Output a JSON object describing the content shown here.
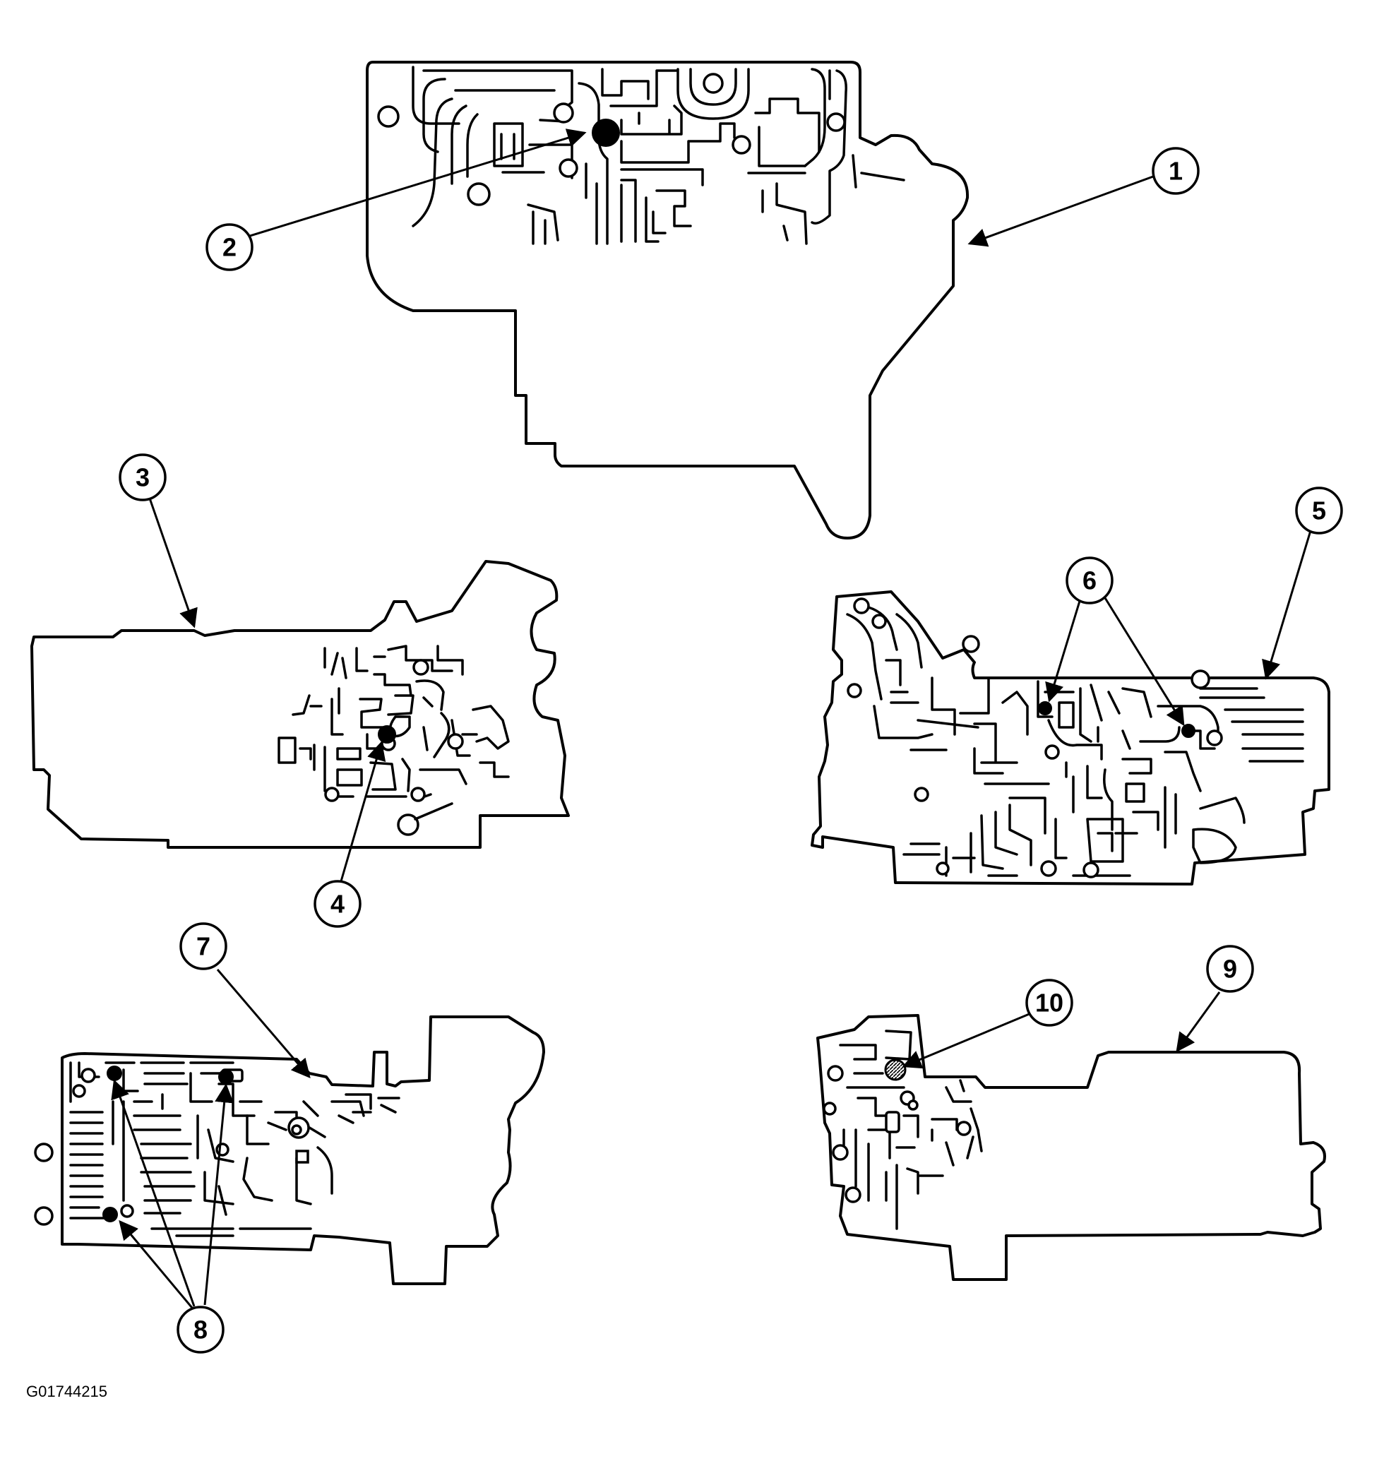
{
  "figure_id": "G01744215",
  "callouts": {
    "c1": "1",
    "c2": "2",
    "c3": "3",
    "c4": "4",
    "c5": "5",
    "c6": "6",
    "c7": "7",
    "c8": "8",
    "c9": "9",
    "c10": "10"
  },
  "colors": {
    "ink": "#000000",
    "paper": "#ffffff"
  }
}
